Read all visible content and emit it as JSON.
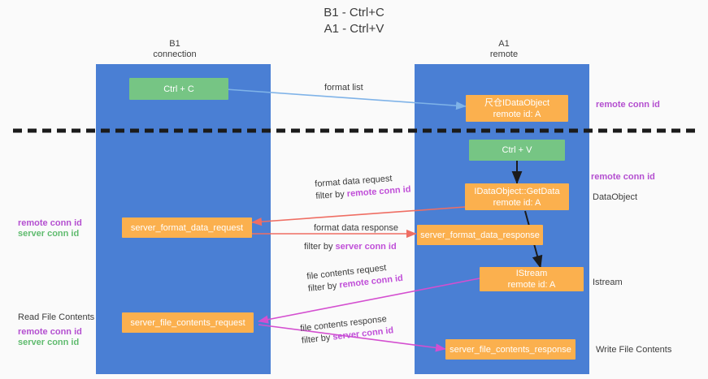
{
  "title": {
    "line1": "B1 - Ctrl+C",
    "line2": "A1 - Ctrl+V"
  },
  "lanes": [
    {
      "id": "b1",
      "name": "B1",
      "sub": "connection"
    },
    {
      "id": "a1",
      "name": "A1",
      "sub": "remote"
    }
  ],
  "nodes": {
    "ctrl_c": {
      "line1": "Ctrl + C",
      "line2": ""
    },
    "idataobject_top": {
      "line1": "尺仓IDataObject",
      "line2": "remote id: A"
    },
    "ctrl_v": {
      "line1": "Ctrl + V",
      "line2": ""
    },
    "getdata": {
      "line1": "IDataObject::GetData",
      "line2": "remote id: A"
    },
    "server_format_data_request": {
      "line1": "server_format_data_request",
      "line2": ""
    },
    "server_format_data_response": {
      "line1": "server_format_data_response",
      "line2": ""
    },
    "istream": {
      "line1": "IStream",
      "line2": "remote id: A"
    },
    "server_file_contents_request": {
      "line1": "server_file_contents_request",
      "line2": ""
    },
    "server_file_contents_response": {
      "line1": "server_file_contents_response",
      "line2": ""
    }
  },
  "edges": {
    "format_list": "format list",
    "format_data_request": "format data request",
    "format_data_request_filter_prefix": "filter by ",
    "format_data_request_filter_key": "remote conn id",
    "format_data_response": "format data response",
    "format_data_response_filter_prefix": "filter by ",
    "format_data_response_filter_key": "server conn id",
    "file_contents_request": "file contents request",
    "file_contents_request_filter_prefix": "filter by ",
    "file_contents_request_filter_key": "remote conn id",
    "file_contents_response": "file contents response",
    "file_contents_response_filter_prefix": "filter by ",
    "file_contents_response_filter_key": "server conn id"
  },
  "annotations": {
    "right_remote_conn_id_top": "remote conn id",
    "right_remote_conn_id_mid": "remote conn id",
    "right_dataobject": "DataObject",
    "right_istream": "Istream",
    "right_write_file_contents": "Write File Contents",
    "left_remote_conn_id_mid": "remote conn id",
    "left_server_conn_id_mid": "server conn id",
    "left_read_file_contents": "Read File Contents",
    "left_remote_conn_id_bottom": "remote conn id",
    "left_server_conn_id_bottom": "server conn id"
  },
  "colors": {
    "lane": "#4a7fd4",
    "green_node": "#76c584",
    "orange_node": "#fbb04e",
    "purple_key": "#c04fd8",
    "green_key": "#5fbb6e",
    "arrow_blue": "#7fb3e8",
    "arrow_red": "#ef6e63",
    "arrow_magenta": "#d44fd0",
    "arrow_black": "#1b1b1b",
    "background": "#fafafa"
  }
}
